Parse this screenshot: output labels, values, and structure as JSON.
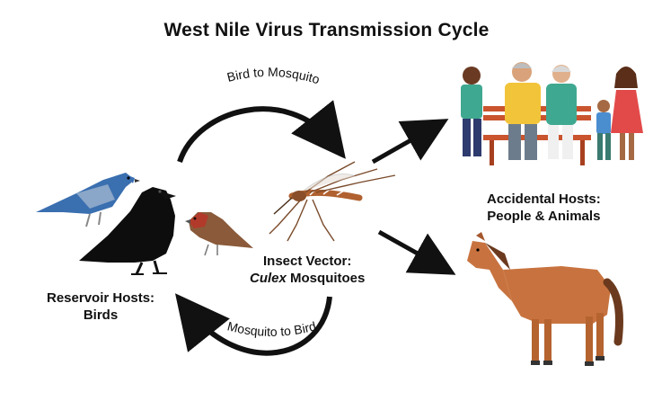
{
  "title": "West Nile Virus Transmission Cycle",
  "arrows": {
    "top": "Bird to Mosquito",
    "bottom": "Mosquito to Bird"
  },
  "reservoir": {
    "line1": "Reservoir Hosts:",
    "line2": "Birds"
  },
  "vector": {
    "line1": "Insect Vector:",
    "genus": "Culex",
    "rest": " Mosquitoes"
  },
  "accidental": {
    "line1": "Accidental Hosts:",
    "line2": "People & Animals"
  },
  "colors": {
    "arrow": "#111111",
    "bluebird": "#3a6fb0",
    "crow": "#0d0d0d",
    "finch": "#8a5a3a",
    "horse": "#c8733f",
    "mosquito": "#b0612f"
  },
  "icons": [
    "bluebird-icon",
    "crow-icon",
    "finch-icon",
    "mosquito-icon",
    "family-on-bench-icon",
    "horse-icon"
  ]
}
